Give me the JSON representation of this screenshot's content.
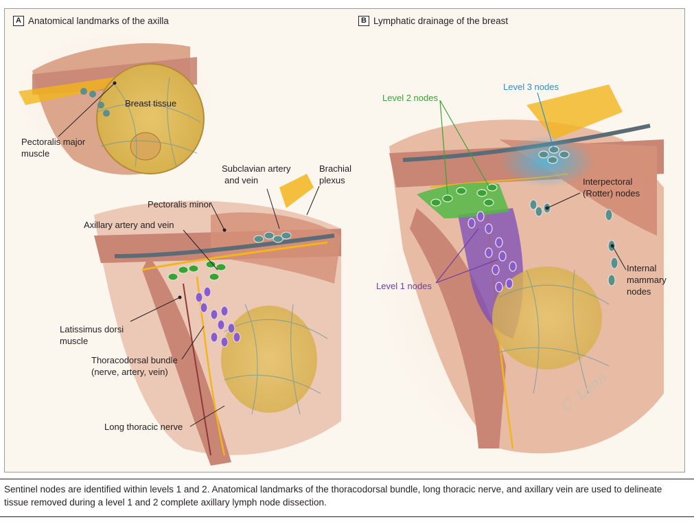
{
  "panel_a": {
    "letter": "A",
    "title": "Anatomical landmarks of the axilla",
    "labels": {
      "breast_tissue": "Breast tissue",
      "pectoralis_major": [
        "Pectoralis major",
        "muscle"
      ],
      "subclavian": [
        "Subclavian artery",
        "and vein"
      ],
      "brachial": [
        "Brachial",
        "plexus"
      ],
      "pectoralis_minor": "Pectoralis minor",
      "axillary": "Axillary artery and vein",
      "latissimus": [
        "Latissimus dorsi",
        "muscle"
      ],
      "thoracodorsal": [
        "Thoracodorsal bundle",
        "(nerve, artery, vein)"
      ],
      "long_thoracic": "Long thoracic nerve"
    }
  },
  "panel_b": {
    "letter": "B",
    "title": "Lymphatic drainage of the breast",
    "labels": {
      "level2": "Level 2 nodes",
      "level3": "Level 3 nodes",
      "interpectoral": [
        "Interpectoral",
        "(Rotter) nodes"
      ],
      "internal_mammary": [
        "Internal",
        "mammary",
        "nodes"
      ],
      "level1": "Level 1 nodes"
    }
  },
  "colors": {
    "level1": "#7b4bb8",
    "level2": "#52b848",
    "level3": "#49b6df",
    "muscle": "#c98674",
    "nerve": "#f2b51c",
    "breast": "#e6c56a"
  },
  "signature": "C. Lynn",
  "caption": [
    "Sentinel nodes are identified within levels 1 and 2. Anatomical landmarks of the thoracodorsal bundle, long thoracic nerve, and axillary vein are used to delineate",
    "tissue removed during a level 1 and 2 complete axillary lymph node dissection."
  ]
}
